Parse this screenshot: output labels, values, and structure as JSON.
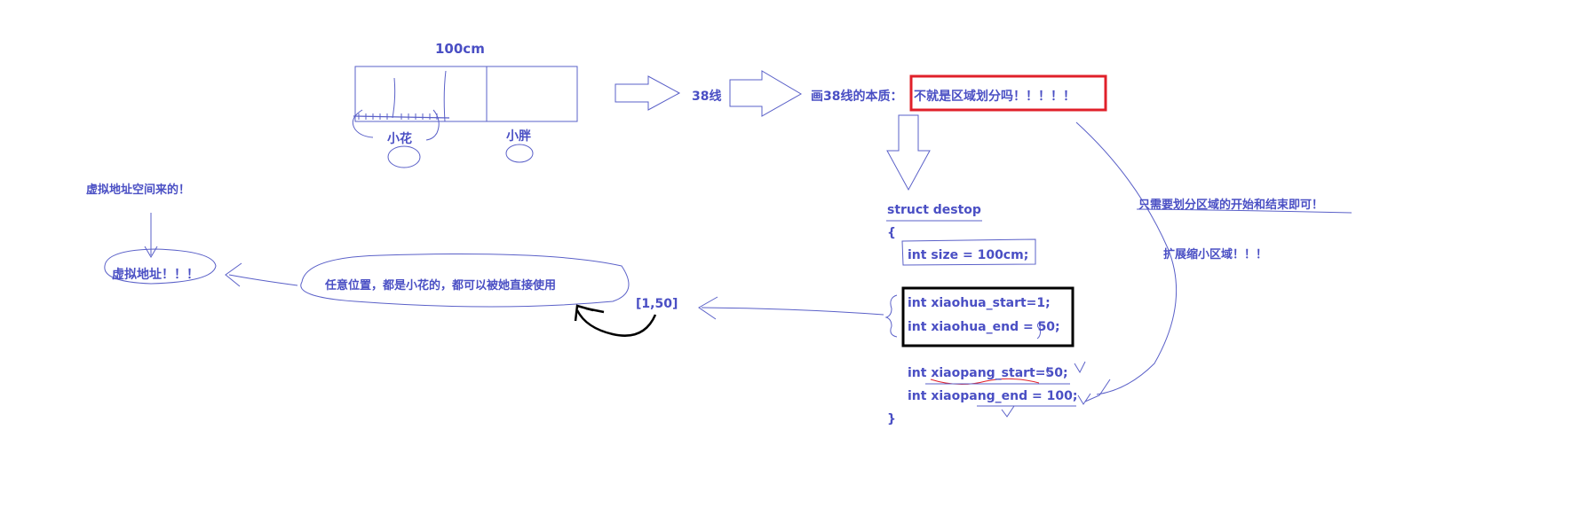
{
  "top": {
    "width_label": "100cm",
    "arrow1_label": "38线",
    "essence_label": "画38线的本质：",
    "essence_highlight": "不就是区域划分吗！！！！！",
    "xiaohua_label": "小花",
    "xiaopang_label": "小胖"
  },
  "left": {
    "virtual_space_note": "虚拟地址空间来的！",
    "virtual_address": "虚拟地址！！！",
    "any_position_note": "任意位置，都是小花的，都可以被她直接使用",
    "range_label": "[1,50]"
  },
  "right": {
    "only_need_note": "只需要划分区域的开始和结束即可！",
    "expand_shrink_note": "扩展缩小区域！！！"
  },
  "code": {
    "struct_decl": "struct destop",
    "open_brace": "{",
    "size_line": "int size = 100cm;",
    "xiaohua_start": "int xiaohua_start=1;",
    "xiaohua_end": "int xiaohua_end = 50;",
    "xiaopang_start": "int xiaopang_start=50;",
    "xiaopang_end": "int xiaopang_end = 100;",
    "close_brace": "}"
  },
  "colors": {
    "ink": "#4a4fc4",
    "red_box": "#e0202a",
    "black_box": "#000000"
  }
}
